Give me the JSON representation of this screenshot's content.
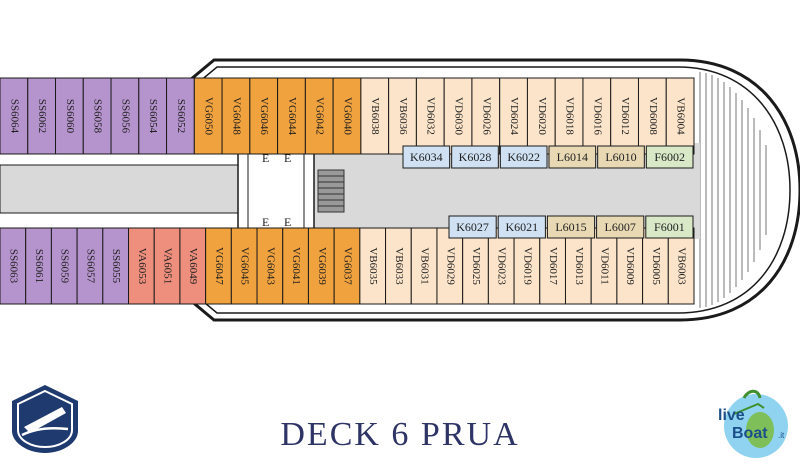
{
  "title": "DECK  6  PRUA",
  "colors": {
    "ss": "#b593cc",
    "vg": "#f0a23e",
    "vb": "#fbe4c9",
    "vd": "#fbe4c9",
    "va": "#ee8f7e",
    "k": "#cfe1f2",
    "l": "#e8d9b4",
    "f": "#d9e8c7",
    "outline": "#1a1a1a",
    "title": "#2e3466"
  },
  "top_cabins": [
    {
      "label": "SS6064",
      "type": "ss"
    },
    {
      "label": "SS6062",
      "type": "ss"
    },
    {
      "label": "SS6060",
      "type": "ss"
    },
    {
      "label": "SS6058",
      "type": "ss"
    },
    {
      "label": "SS6056",
      "type": "ss"
    },
    {
      "label": "SS6054",
      "type": "ss"
    },
    {
      "label": "SS6052",
      "type": "ss"
    },
    {
      "label": "VG6050",
      "type": "vg"
    },
    {
      "label": "VG6048",
      "type": "vg"
    },
    {
      "label": "VG6046",
      "type": "vg"
    },
    {
      "label": "VG6044",
      "type": "vg"
    },
    {
      "label": "VG6042",
      "type": "vg"
    },
    {
      "label": "VG6040",
      "type": "vg"
    },
    {
      "label": "VB6038",
      "type": "vb"
    },
    {
      "label": "VB6036",
      "type": "vb"
    },
    {
      "label": "VD6032",
      "type": "vd"
    },
    {
      "label": "VD6030",
      "type": "vd"
    },
    {
      "label": "VD6026",
      "type": "vd"
    },
    {
      "label": "VD6024",
      "type": "vd"
    },
    {
      "label": "VD6020",
      "type": "vd"
    },
    {
      "label": "VD6018",
      "type": "vd"
    },
    {
      "label": "VD6016",
      "type": "vd"
    },
    {
      "label": "VD6012",
      "type": "vd"
    },
    {
      "label": "VD6008",
      "type": "vd"
    },
    {
      "label": "VB6004",
      "type": "vb"
    }
  ],
  "bottom_cabins": [
    {
      "label": "SS6063",
      "type": "ss"
    },
    {
      "label": "SS6061",
      "type": "ss"
    },
    {
      "label": "SS6059",
      "type": "ss"
    },
    {
      "label": "SS6057",
      "type": "ss"
    },
    {
      "label": "SS6055",
      "type": "ss"
    },
    {
      "label": "VA6053",
      "type": "va"
    },
    {
      "label": "VA6051",
      "type": "va"
    },
    {
      "label": "VA6049",
      "type": "va"
    },
    {
      "label": "VG6047",
      "type": "vg"
    },
    {
      "label": "VG6045",
      "type": "vg"
    },
    {
      "label": "VG6043",
      "type": "vg"
    },
    {
      "label": "VG6041",
      "type": "vg"
    },
    {
      "label": "VG6039",
      "type": "vg"
    },
    {
      "label": "VG6037",
      "type": "vg"
    },
    {
      "label": "VB6035",
      "type": "vb"
    },
    {
      "label": "VB6033",
      "type": "vb"
    },
    {
      "label": "VB6031",
      "type": "vb"
    },
    {
      "label": "VD6029",
      "type": "vd"
    },
    {
      "label": "VD6025",
      "type": "vd"
    },
    {
      "label": "VD6023",
      "type": "vd"
    },
    {
      "label": "VD6019",
      "type": "vd"
    },
    {
      "label": "VD6017",
      "type": "vd"
    },
    {
      "label": "VD6013",
      "type": "vd"
    },
    {
      "label": "VD6011",
      "type": "vd"
    },
    {
      "label": "VD6009",
      "type": "vd"
    },
    {
      "label": "VD6005",
      "type": "vd"
    },
    {
      "label": "VB6003",
      "type": "vb"
    }
  ],
  "inner_top": [
    {
      "label": "K6034",
      "type": "k"
    },
    {
      "label": "K6028",
      "type": "k"
    },
    {
      "label": "K6022",
      "type": "k"
    },
    {
      "label": "L6014",
      "type": "l"
    },
    {
      "label": "L6010",
      "type": "l"
    },
    {
      "label": "F6002",
      "type": "f"
    }
  ],
  "inner_bottom": [
    {
      "label": "K6027",
      "type": "k"
    },
    {
      "label": "K6021",
      "type": "k"
    },
    {
      "label": "L6015",
      "type": "l"
    },
    {
      "label": "L6007",
      "type": "l"
    },
    {
      "label": "F6001",
      "type": "f"
    }
  ],
  "logos": {
    "right_logo_text": "liveBoat.it",
    "left_logo_icon": "cruise-ship-logo-icon"
  }
}
